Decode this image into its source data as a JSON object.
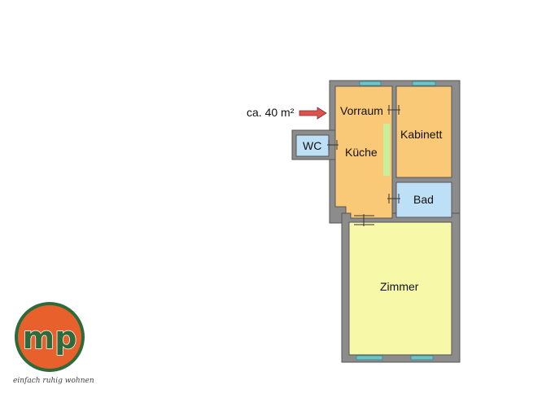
{
  "plan": {
    "area_label": "ca. 40 m²",
    "rooms": {
      "vorraum": "Vorraum",
      "kabinett": "Kabinett",
      "wc": "WC",
      "kueche": "Küche",
      "bad": "Bad",
      "zimmer": "Zimmer"
    }
  },
  "logo": {
    "letters": "mp",
    "slogan": "einfach ruhig wohnen"
  },
  "colors": {
    "wall": "#8c8c8c",
    "wall_stroke": "#555555",
    "orange_room": "#f9c978",
    "blue_room": "#bde0f7",
    "yellow_room": "#f7f9a8",
    "kitchen_counter": "#c8ef9a",
    "window": "#6fc3c6",
    "arrow": "#d9534f",
    "logo_orange": "#e8612c",
    "logo_green": "#2f6b3a"
  }
}
